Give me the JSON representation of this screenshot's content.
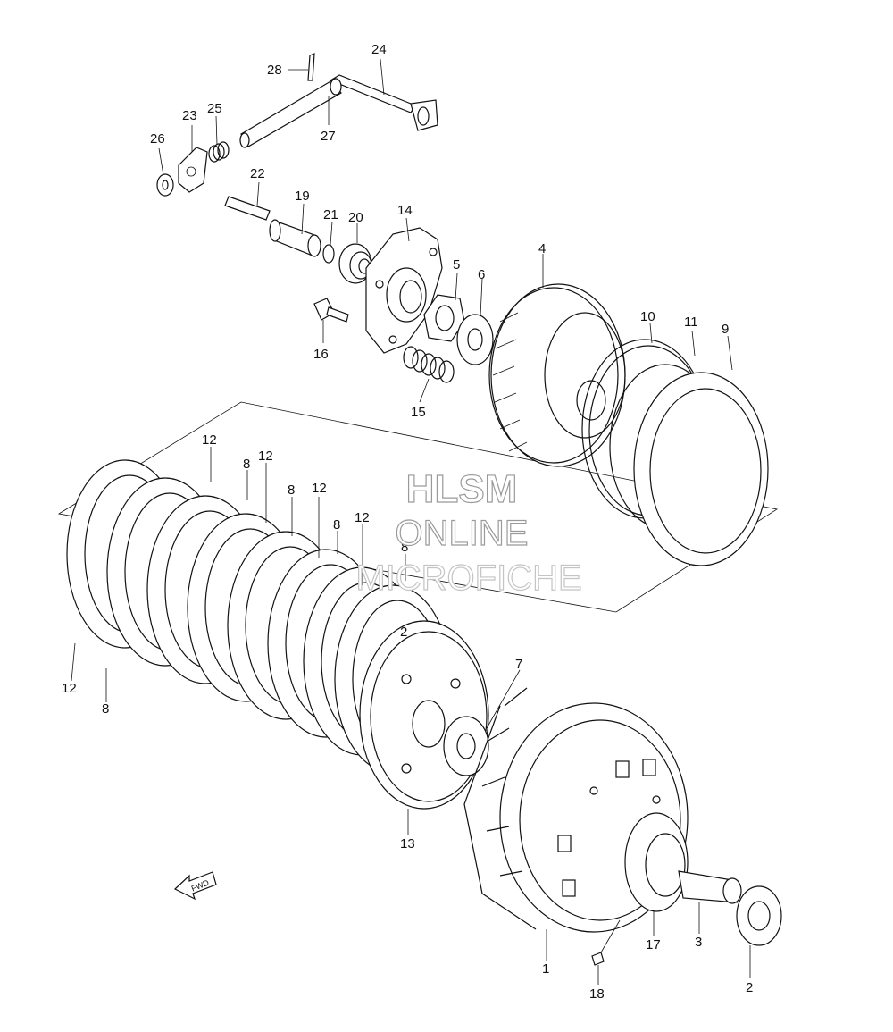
{
  "watermark": {
    "line1": "HLSM",
    "line2": "ONLINE",
    "line3": "MICROFICHE"
  },
  "direction_arrow": {
    "label": "FWD",
    "icon": "arrow-forward-icon"
  },
  "callouts": {
    "c28": "28",
    "c24": "24",
    "c23": "23",
    "c25": "25",
    "c26": "26",
    "c27": "27",
    "c22": "22",
    "c19": "19",
    "c21": "21",
    "c20": "20",
    "c14": "14",
    "c16": "16",
    "c5": "5",
    "c6": "6",
    "c4": "4",
    "c15": "15",
    "c10": "10",
    "c11": "11",
    "c9": "9",
    "c12a": "12",
    "c8a": "8",
    "c12b": "12",
    "c8b": "8",
    "c12c": "12",
    "c8c": "8",
    "c12d": "12",
    "c8d": "8",
    "c12e": "12",
    "c8e": "8",
    "c2a": "2",
    "c7": "7",
    "c13": "13",
    "c1": "1",
    "c17": "17",
    "c3": "3",
    "c2": "2",
    "c18": "18"
  }
}
